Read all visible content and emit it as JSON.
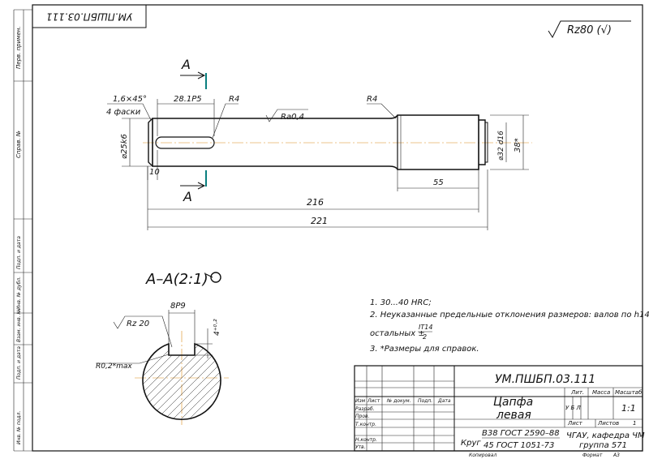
{
  "drawing": {
    "corner_code": "УМ.ПШБП.03.111",
    "roughness_general": "Rz80 (√)",
    "surface_roughness": "Ra0,4",
    "chamfer": "1,6×45°",
    "chamfer_note": "4 фаски",
    "keyway_length": "28.1Р5",
    "fillet_left": "R4",
    "fillet_right": "R4",
    "shaft_diameter": "⌀25k6",
    "collar_diameter": "⌀32 d16",
    "collar_outer": "38*",
    "dim_10": "10",
    "dim_55": "55",
    "dim_216": "216",
    "dim_221": "221",
    "section_letter": "A",
    "section_title": "A–A(2:1)",
    "key_width": "8P9",
    "key_depth": "4⁺⁰·²",
    "section_roughness": "Rz 20",
    "section_radius": "R0,2*max"
  },
  "notes": {
    "note1": "1. 30...40 HRC;",
    "note2": "2. Неуказанные предельные отклонения размеров: валов по h14,",
    "note2b": "остальных ±",
    "note2_num": "IT14",
    "note2_den": "2",
    "note3": "3. *Размеры для справок."
  },
  "side_labels": {
    "perv_primen": "Перв. примен.",
    "sprav_no": "Справ. №",
    "podp_data1": "Подп. и дата",
    "inv_dubl": "Инв. № дубл.",
    "vzam_inv": "Взам. инв. №",
    "podp_data2": "Подп. и дата",
    "inv_podl": "Инв. № подл."
  },
  "title_block": {
    "code": "УМ.ПШБП.03.111",
    "name_line1": "Цапфа",
    "name_line2": "левая",
    "material_line1": "В38 ГОСТ 2590–88",
    "material_line2": "45 ГОСТ 1051-73",
    "material_prefix": "Круг",
    "lit": "Лит.",
    "massa": "Масса",
    "masshtab": "Масштаб",
    "scale": "1:1",
    "list": "Лист",
    "listov": "Листов",
    "listov_count": "1",
    "org_line1": "ЧГАУ, кафедра ЧМ",
    "org_line2": "группа 571",
    "izm": "Изм",
    "list_col": "Лист",
    "ndokum": "№ докум.",
    "podp": "Подп.",
    "data": "Дата",
    "razrab": "Разраб.",
    "prov": "Пров.",
    "tkontr": "Т.контр.",
    "nkontr": "Н.контр.",
    "utv": "Утв.",
    "kopiroval": "Копировал",
    "format": "Формат",
    "format_value": "А3",
    "lit_marks": "У  Б  Л"
  }
}
